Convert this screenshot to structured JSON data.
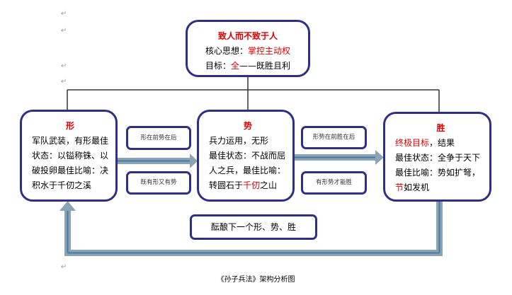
{
  "top": {
    "title": "致人而不致于人",
    "line1_label": "核心思想：",
    "line1_value": "掌控主动权",
    "line2_label": "目标：",
    "line2_red": "全",
    "line2_rest": "——既胜且利"
  },
  "xing": {
    "title": "形",
    "text": "军队武装，有形最佳状态：以镒称铢、以破投卵最佳比喻：决积水于千仞之溪"
  },
  "shi": {
    "title": "势",
    "line1": "兵力运用，无形",
    "line2": "最佳状态：不战而屈人之兵，最佳比喻：转圆石于",
    "red": "千仞",
    "tail": "之山"
  },
  "sheng": {
    "title": "胜",
    "line1_red": "终极目标",
    "line1_rest": "，结果",
    "line2": "最佳状态：全争于天下",
    "line3": "最佳比喻：势如扩弩，",
    "line4_red": "节",
    "line4_rest": "如发机"
  },
  "notes": {
    "a": "形在前势在后",
    "b": "既有形又有势",
    "c": "形势在前胜在后",
    "d": "有形势才能胜"
  },
  "cycle": "酝酿下一个形、势、胜",
  "caption": "《孙子兵法》架构分析图",
  "paragraph_mark": "↵"
}
